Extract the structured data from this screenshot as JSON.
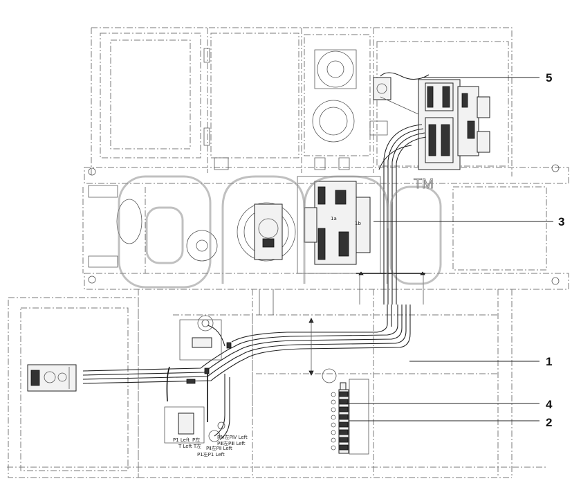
{
  "callouts": [
    {
      "id": "1",
      "text": "1"
    },
    {
      "id": "2",
      "text": "2"
    },
    {
      "id": "3",
      "text": "3"
    },
    {
      "id": "4",
      "text": "4"
    },
    {
      "id": "5",
      "text": "5"
    }
  ],
  "watermark": {
    "tm": "TM"
  },
  "port_labels": {
    "p1_left": "P1 Left",
    "p_left_cn": "P左",
    "t_left": "T Left T左",
    "p4": "PⅣ左PⅣ Left",
    "p3": "PⅢ左PⅢ Left",
    "p2": "PⅡ左PⅡ Left",
    "p1": "P1左P1 Left"
  },
  "mark_1a": "1a",
  "mark_1b": "1b",
  "colors": {
    "line": "#222222",
    "dash": "#7a7a7a",
    "watermark": "#8c8c8c"
  }
}
